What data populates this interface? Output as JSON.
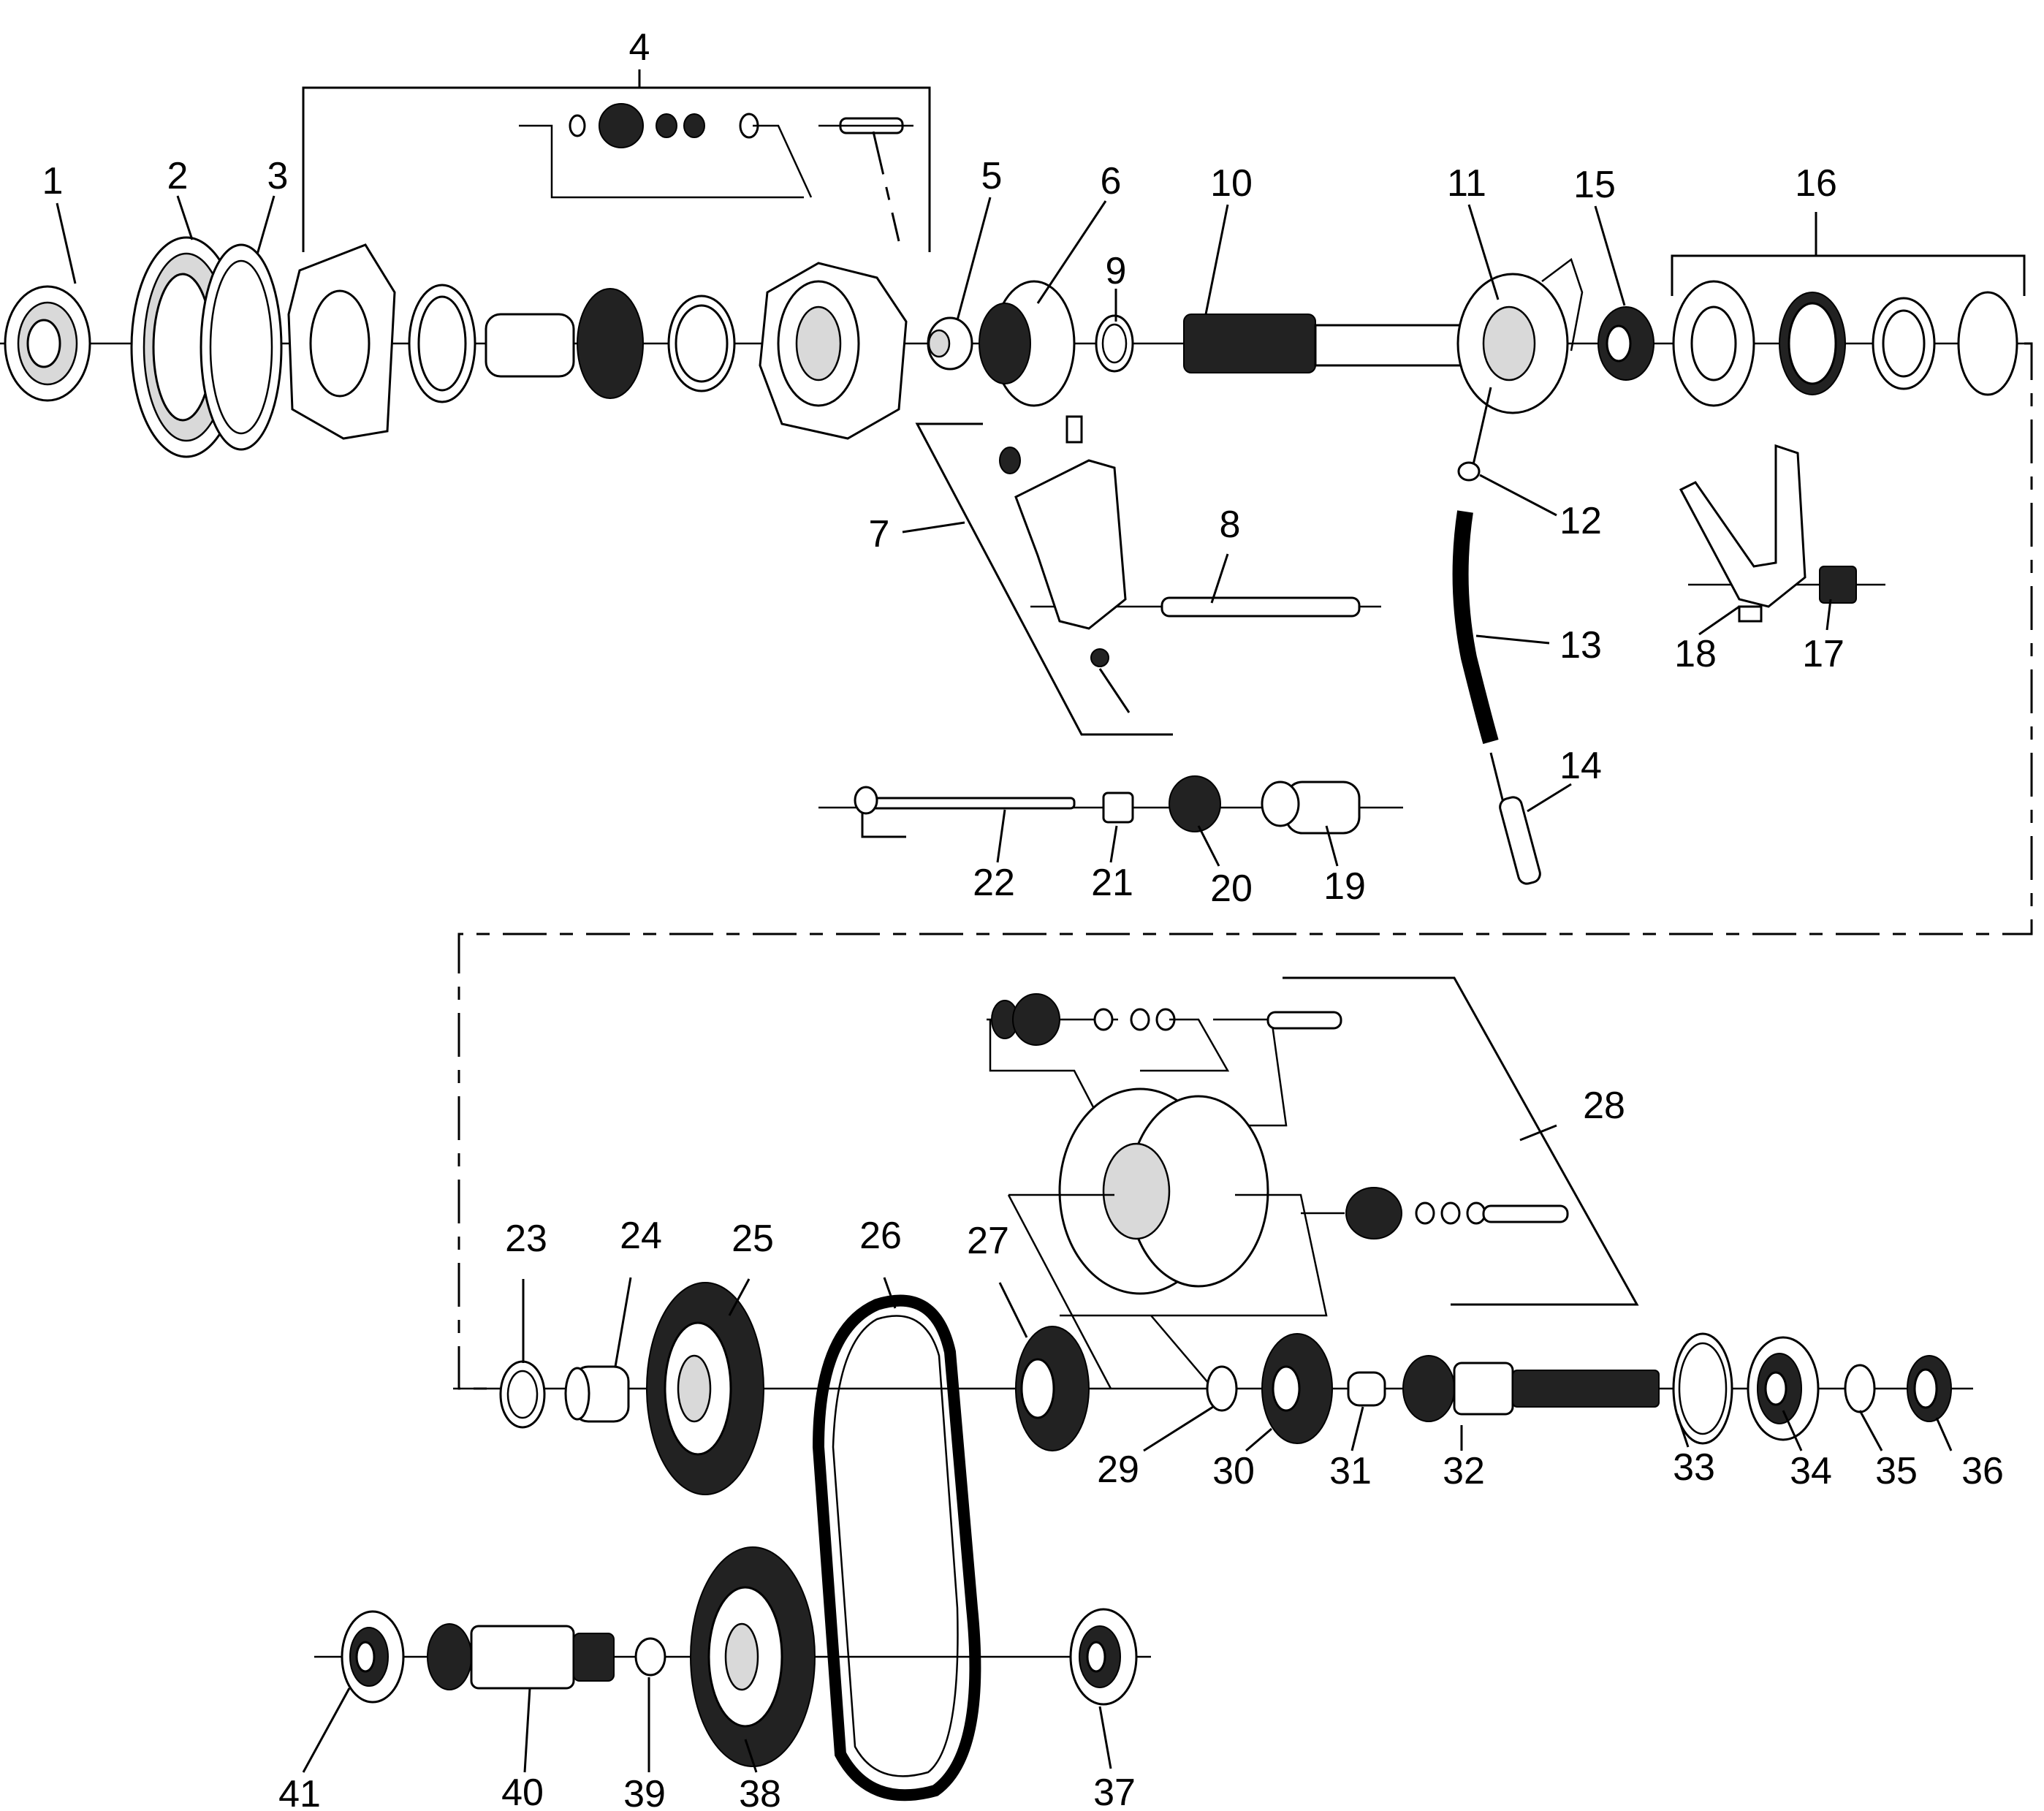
{
  "colors": {
    "ink": "#000000",
    "paper": "#ffffff",
    "shade": "#d9d9d9"
  },
  "callouts": [
    {
      "id": "c1",
      "label": "1"
    },
    {
      "id": "c2",
      "label": "2"
    },
    {
      "id": "c3",
      "label": "3"
    },
    {
      "id": "c4",
      "label": "4"
    },
    {
      "id": "c5",
      "label": "5"
    },
    {
      "id": "c6",
      "label": "6"
    },
    {
      "id": "c7",
      "label": "7"
    },
    {
      "id": "c8",
      "label": "8"
    },
    {
      "id": "c9",
      "label": "9"
    },
    {
      "id": "c10",
      "label": "10"
    },
    {
      "id": "c11",
      "label": "11"
    },
    {
      "id": "c12",
      "label": "12"
    },
    {
      "id": "c13",
      "label": "13"
    },
    {
      "id": "c14",
      "label": "14"
    },
    {
      "id": "c15",
      "label": "15"
    },
    {
      "id": "c16",
      "label": "16"
    },
    {
      "id": "c17",
      "label": "17"
    },
    {
      "id": "c18",
      "label": "18"
    },
    {
      "id": "c19",
      "label": "19"
    },
    {
      "id": "c20",
      "label": "20"
    },
    {
      "id": "c21",
      "label": "21"
    },
    {
      "id": "c22",
      "label": "22"
    },
    {
      "id": "c23",
      "label": "23"
    },
    {
      "id": "c24",
      "label": "24"
    },
    {
      "id": "c25",
      "label": "25"
    },
    {
      "id": "c26",
      "label": "26"
    },
    {
      "id": "c27",
      "label": "27"
    },
    {
      "id": "c28",
      "label": "28"
    },
    {
      "id": "c29",
      "label": "29"
    },
    {
      "id": "c30",
      "label": "30"
    },
    {
      "id": "c31",
      "label": "31"
    },
    {
      "id": "c32",
      "label": "32"
    },
    {
      "id": "c33",
      "label": "33"
    },
    {
      "id": "c34",
      "label": "34"
    },
    {
      "id": "c35",
      "label": "35"
    },
    {
      "id": "c36",
      "label": "36"
    },
    {
      "id": "c37",
      "label": "37"
    },
    {
      "id": "c38",
      "label": "38"
    },
    {
      "id": "c39",
      "label": "39"
    },
    {
      "id": "c40",
      "label": "40"
    },
    {
      "id": "c41",
      "label": "41"
    }
  ]
}
